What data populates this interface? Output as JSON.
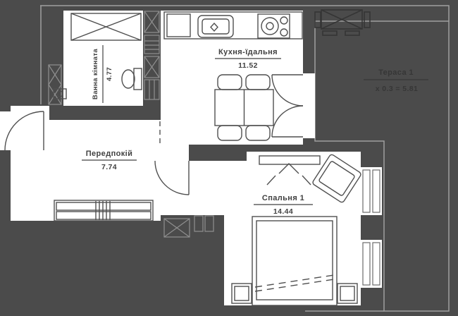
{
  "colors": {
    "background": "#4b4b4b",
    "room_fill": "#ffffff",
    "line": "#4f4f4f",
    "text": "#414141",
    "terrace_text": "#363636",
    "outer_edge": "#a0a0a0"
  },
  "rooms": {
    "kitchen_dining": {
      "name": "Кухня-їдальня",
      "area": "11.52"
    },
    "bathroom": {
      "name": "Ванна кімната",
      "area": "4.77"
    },
    "hallway": {
      "name": "Передпокій",
      "area": "7.74"
    },
    "bedroom": {
      "name": "Спальня 1",
      "area": "14.44"
    },
    "terrace": {
      "name": "Тераса 1",
      "area": "х 0.3 = 5.81"
    }
  }
}
